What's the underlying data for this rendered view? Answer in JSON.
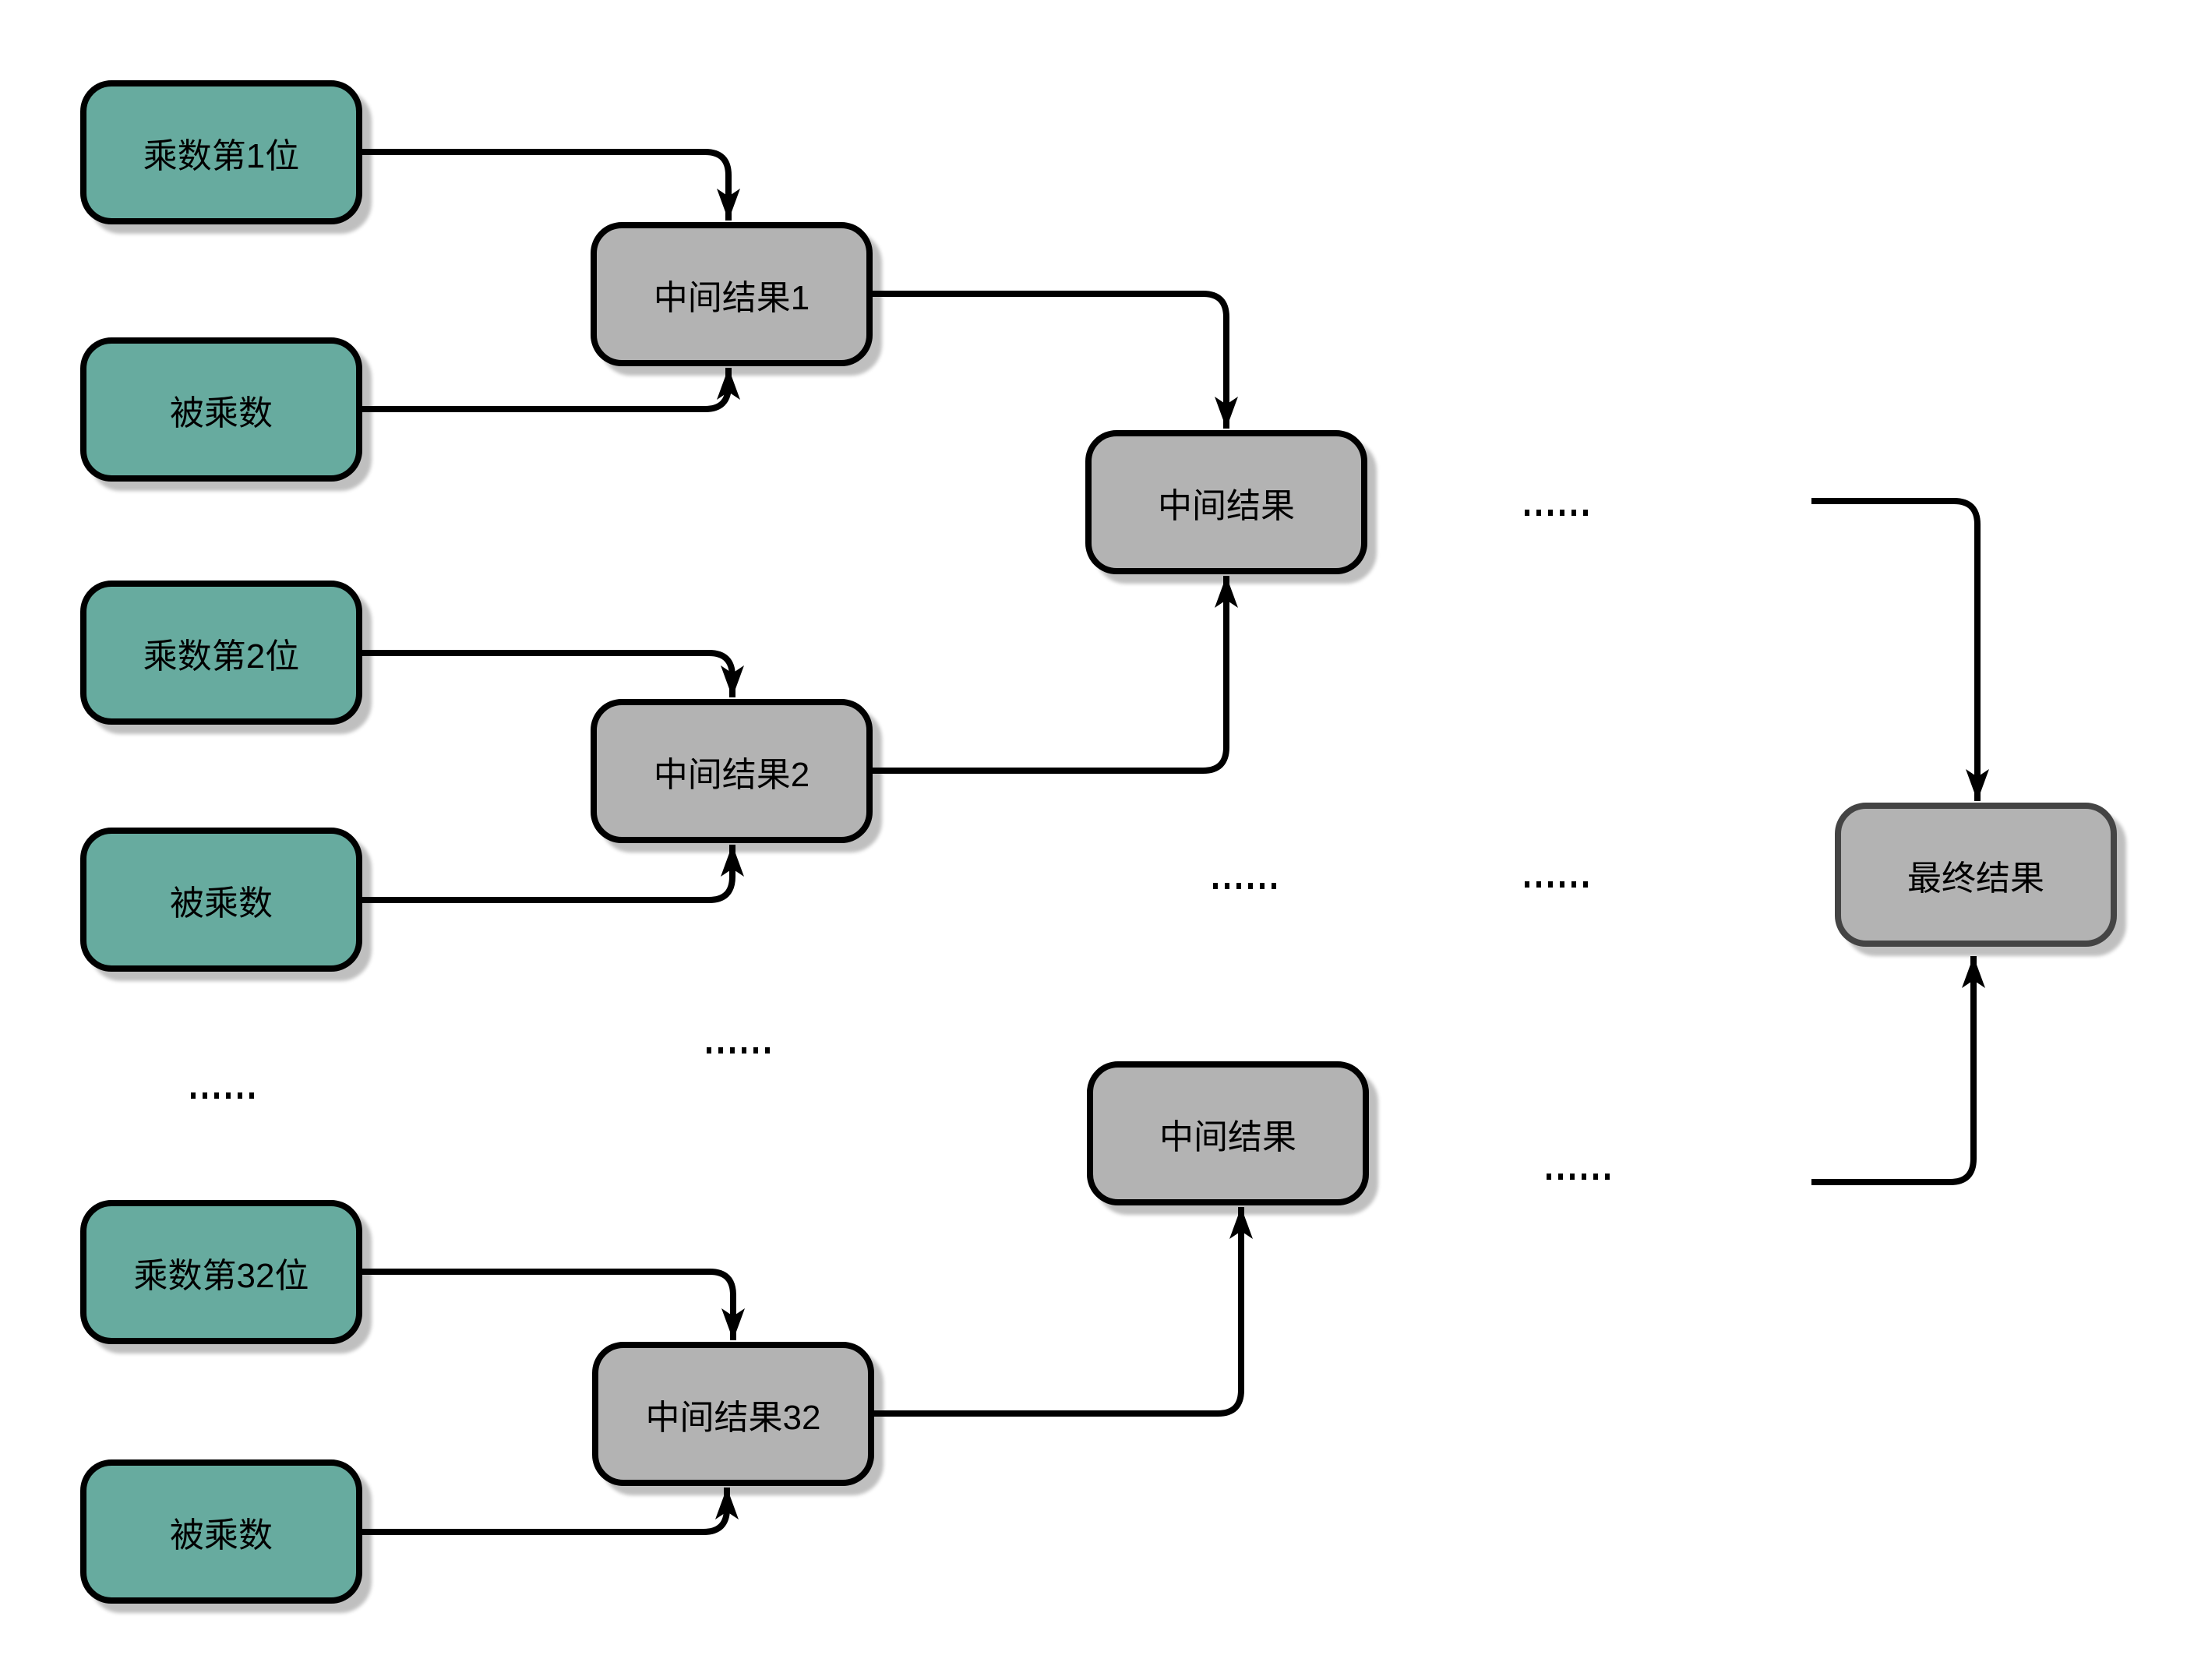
{
  "diagram": {
    "type": "flowchart",
    "description_visible": false,
    "nodes": {
      "multiplier_bit_1": {
        "label": "乘数第1位",
        "kind": "input"
      },
      "multiplicand_a": {
        "label": "被乘数",
        "kind": "input"
      },
      "multiplier_bit_2": {
        "label": "乘数第2位",
        "kind": "input"
      },
      "multiplicand_b": {
        "label": "被乘数",
        "kind": "input"
      },
      "multiplier_bit_32": {
        "label": "乘数第32位",
        "kind": "input"
      },
      "multiplicand_c": {
        "label": "被乘数",
        "kind": "input"
      },
      "intermediate_result_1": {
        "label": "中间结果1",
        "kind": "result"
      },
      "intermediate_result_2": {
        "label": "中间结果2",
        "kind": "result"
      },
      "intermediate_result_32": {
        "label": "中间结果32",
        "kind": "result"
      },
      "intermediate_result_upper": {
        "label": "中间结果",
        "kind": "result"
      },
      "intermediate_result_lower": {
        "label": "中间结果",
        "kind": "result"
      },
      "final_result": {
        "label": "最终结果",
        "kind": "result-final"
      }
    },
    "ellipsis": {
      "text": "……",
      "dot_count": 6
    },
    "edges": [
      {
        "from": "multiplier_bit_1",
        "to": "intermediate_result_1",
        "into": "top"
      },
      {
        "from": "multiplicand_a",
        "to": "intermediate_result_1",
        "into": "bottom"
      },
      {
        "from": "multiplier_bit_2",
        "to": "intermediate_result_2",
        "into": "top"
      },
      {
        "from": "multiplicand_b",
        "to": "intermediate_result_2",
        "into": "bottom"
      },
      {
        "from": "multiplier_bit_32",
        "to": "intermediate_result_32",
        "into": "top"
      },
      {
        "from": "multiplicand_c",
        "to": "intermediate_result_32",
        "into": "bottom"
      },
      {
        "from": "intermediate_result_1",
        "to": "intermediate_result_upper",
        "into": "top"
      },
      {
        "from": "intermediate_result_2",
        "to": "intermediate_result_upper",
        "into": "bottom"
      },
      {
        "from": "intermediate_result_32",
        "to": "intermediate_result_lower",
        "into": "bottom"
      },
      {
        "from": "ellipsis",
        "to": "final_result",
        "into": "top"
      },
      {
        "from": "ellipsis",
        "to": "final_result",
        "into": "bottom"
      }
    ],
    "colors": {
      "background": "#ffffff",
      "input_fill": "#67ab9f",
      "result_fill": "#b3b3b3",
      "stroke": "#000000",
      "final_stroke": "#444444"
    }
  }
}
